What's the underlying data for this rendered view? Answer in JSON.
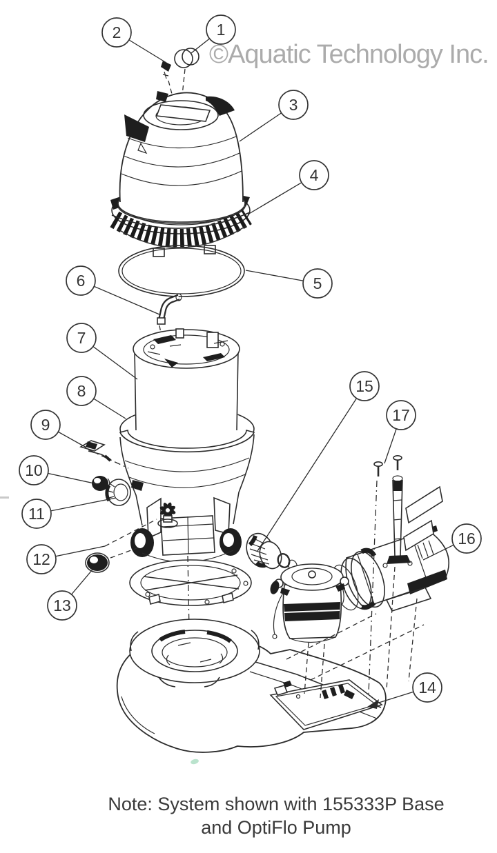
{
  "diagram": {
    "watermark": "©Aquatic Technology Inc.",
    "note_line1": "Note: System shown with 155333P Base",
    "note_line2": "and OptiFlo Pump",
    "callouts": [
      {
        "n": "1"
      },
      {
        "n": "2"
      },
      {
        "n": "3"
      },
      {
        "n": "4"
      },
      {
        "n": "5"
      },
      {
        "n": "6"
      },
      {
        "n": "7"
      },
      {
        "n": "8"
      },
      {
        "n": "9"
      },
      {
        "n": "10"
      },
      {
        "n": "11"
      },
      {
        "n": "12"
      },
      {
        "n": "13"
      },
      {
        "n": "14"
      },
      {
        "n": "15"
      },
      {
        "n": "16"
      },
      {
        "n": "17"
      }
    ],
    "colors": {
      "line_art": "#2b2b2b",
      "dark_fill": "#1e1e1e",
      "watermark_gray": "#ababab",
      "note_text": "#3a3a3a",
      "artifact_green": "#a9dcc0"
    }
  }
}
